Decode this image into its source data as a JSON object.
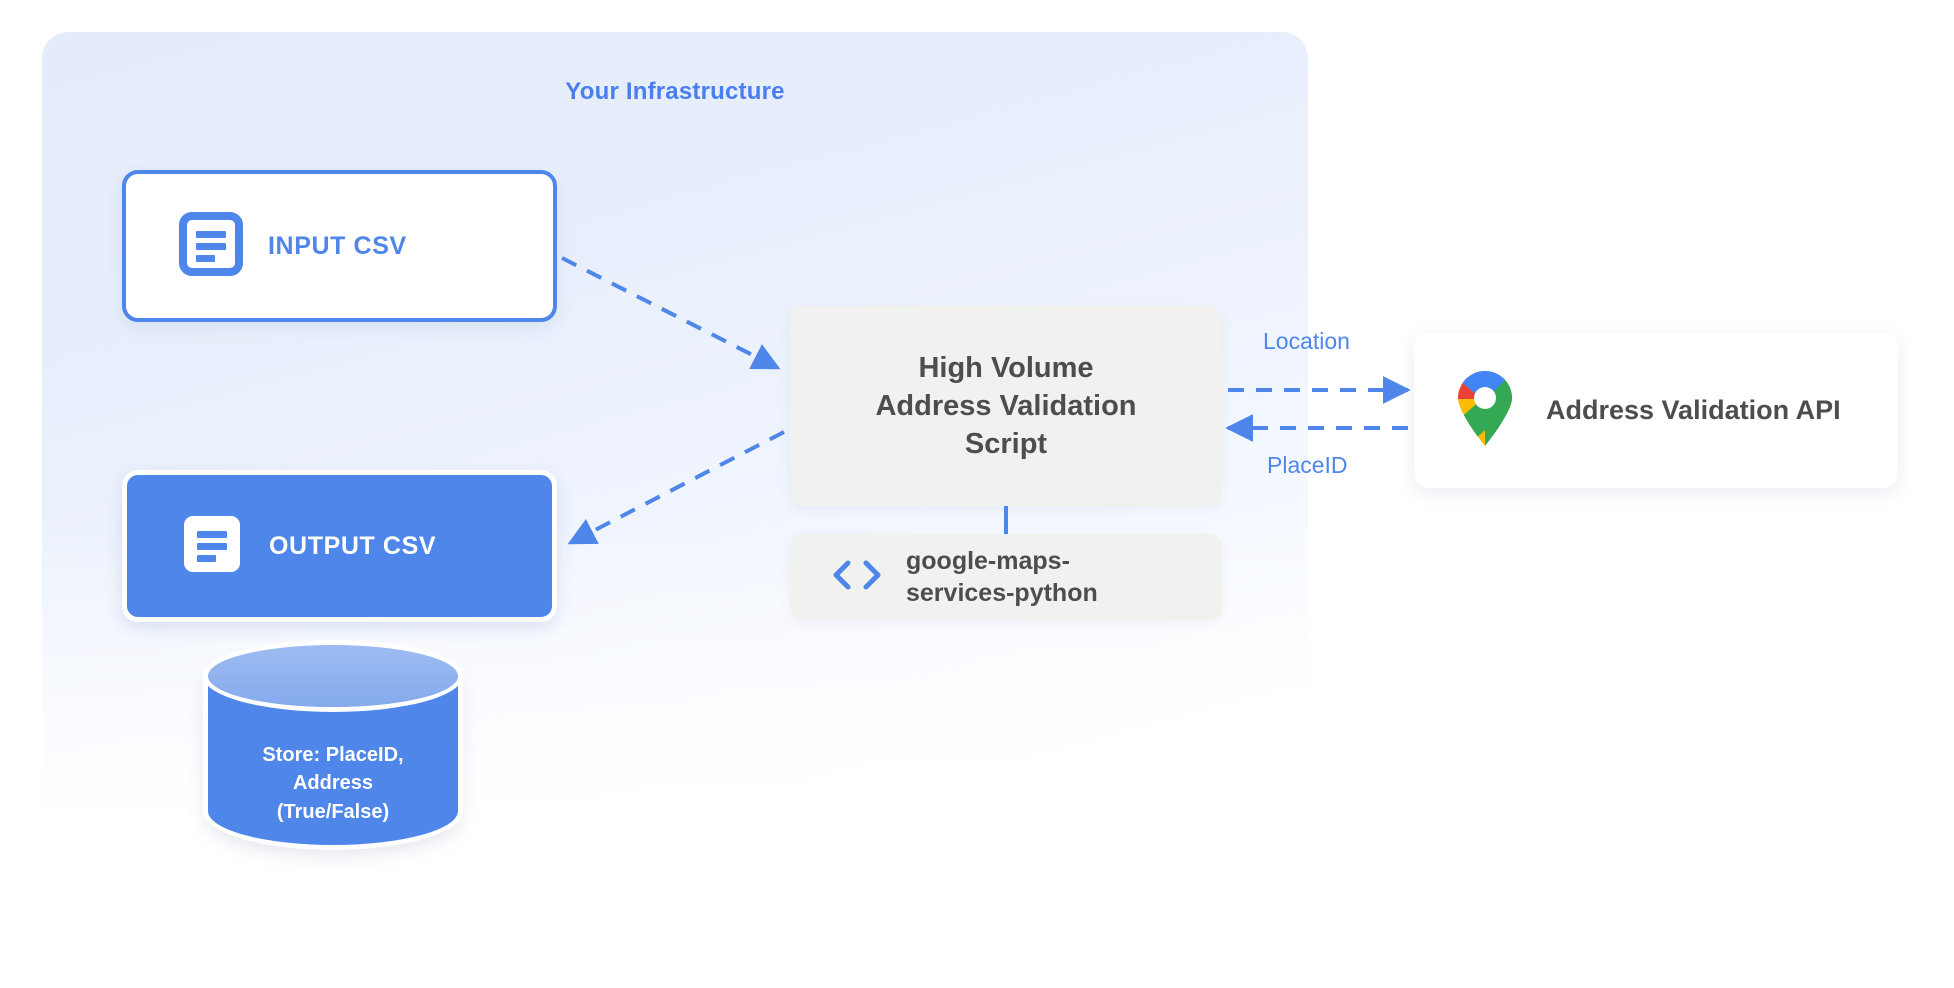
{
  "diagram": {
    "panel": {
      "title": "Your Infrastructure",
      "accent_color": "#4a7ef0"
    },
    "nodes": {
      "input_csv": {
        "label": "INPUT CSV",
        "icon": "document-icon",
        "fill": "#ffffff",
        "border": "#4e86ea",
        "text_color": "#4e86ea"
      },
      "output_csv": {
        "label": "OUTPUT CSV",
        "icon": "document-icon",
        "fill": "#4e86ea",
        "border": "#ffffff",
        "text_color": "#ffffff"
      },
      "script": {
        "line1": "High Volume",
        "line2": "Address Validation",
        "line3": "Script",
        "fill": "#f1f1ef",
        "text_color": "#4d4d4d"
      },
      "library": {
        "line1": "google-maps-",
        "line2": "services-python",
        "icon": "code-brackets-icon",
        "fill": "#f1f1ef",
        "text_color": "#4d4d4d"
      },
      "api": {
        "label": "Address Validation API",
        "icon": "google-maps-pin-icon",
        "fill": "#ffffff",
        "text_color": "#4d4d4d"
      },
      "database": {
        "line1": "Store: PlaceID,",
        "line2": "Address",
        "line3": "(True/False)",
        "fill": "#4e86ea",
        "top_fill": "#8fb2ef",
        "text_color": "#ffffff"
      }
    },
    "edges": {
      "location": {
        "label": "Location",
        "color": "#4e86ea",
        "style": "dashed",
        "direction": "script-to-api"
      },
      "placeid": {
        "label": "PlaceID",
        "color": "#4e86ea",
        "style": "dashed",
        "direction": "api-to-script"
      },
      "input_to_script": {
        "label": "",
        "color": "#4e86ea",
        "style": "dashed"
      },
      "script_to_output": {
        "label": "",
        "color": "#4e86ea",
        "style": "dashed"
      },
      "script_to_library": {
        "label": "",
        "color": "#4e86ea",
        "style": "solid"
      }
    }
  }
}
